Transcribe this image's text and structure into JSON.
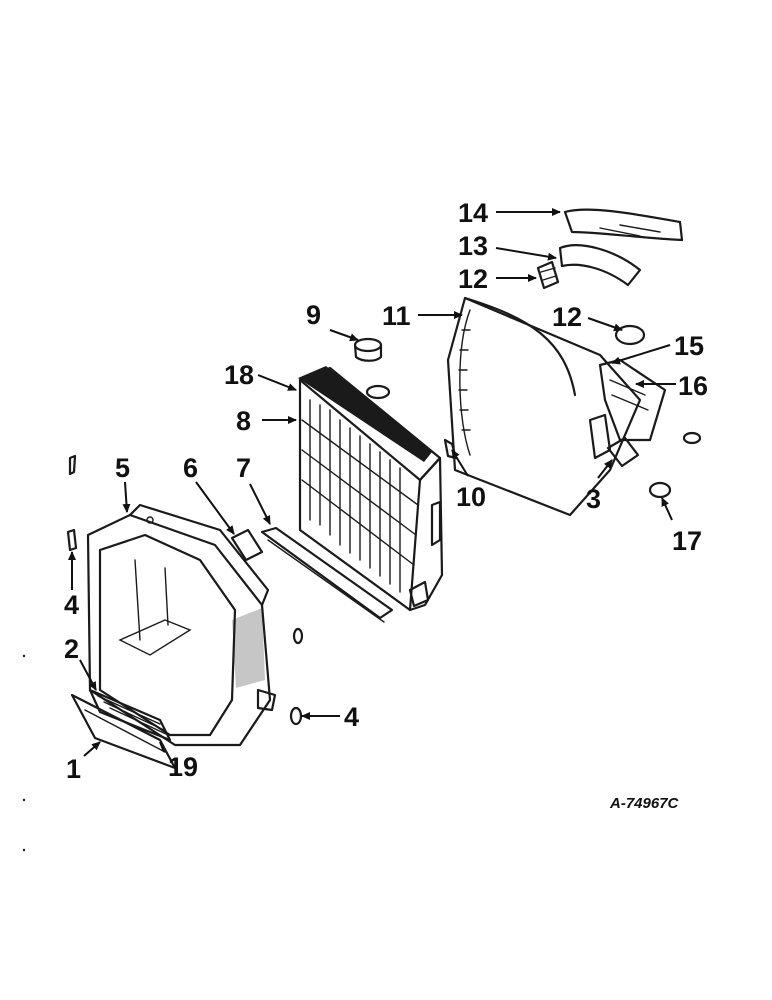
{
  "diagram": {
    "drawing_code": "A-74967C",
    "callouts": {
      "c1": "1",
      "c2": "2",
      "c3": "3",
      "c4a": "4",
      "c4b": "4",
      "c5": "5",
      "c6": "6",
      "c7": "7",
      "c8": "8",
      "c9": "9",
      "c10": "10",
      "c11": "11",
      "c12a": "12",
      "c12b": "12",
      "c13": "13",
      "c14": "14",
      "c15": "15",
      "c16": "16",
      "c17": "17",
      "c18": "18",
      "c19": "19"
    }
  }
}
